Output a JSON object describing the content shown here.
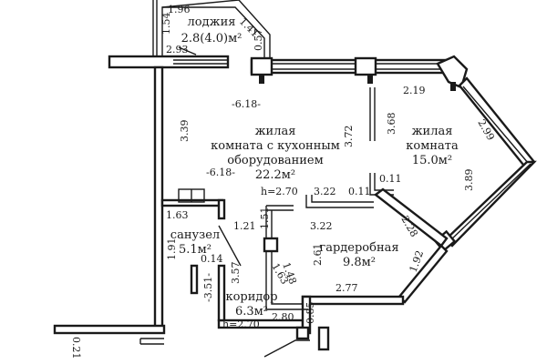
{
  "rooms": {
    "loggia": {
      "name": "лоджия",
      "area": "2.8(4.0)м²"
    },
    "living": {
      "line1": "жилая",
      "line2": "комната с кухонным",
      "line3": "оборудованием",
      "area": "22.2м²"
    },
    "bedroom": {
      "line1": "жилая",
      "line2": "комната",
      "area": "15.0м²"
    },
    "bathroom": {
      "name": "санузел",
      "area": "5.1м²"
    },
    "corridor": {
      "name": "коридор",
      "area": "6.3м²",
      "height": "h=2.70"
    },
    "wardrobe": {
      "name": "гардеробная",
      "area": "9.8м²"
    }
  },
  "dimensions": {
    "d_196": "1.96",
    "d_154": "1.54",
    "d_141": "1.41",
    "d_057": "0.57",
    "d_293": "2.93",
    "d_618_top": "-6.18-",
    "d_618_mid": "-6.18-",
    "d_339": "3.39",
    "d_372": "3.72",
    "d_368": "3.68",
    "d_219": "2.19",
    "d_299": "2.99",
    "d_389": "3.89",
    "d_011_a": "0.11",
    "d_011_b": "0.11",
    "d_322_a": "3.22",
    "d_322_b": "3.22",
    "h_270": "h=2.70",
    "d_163_a": "1.63",
    "d_121": "1.21",
    "d_151": "1.51",
    "d_228": "2.28",
    "d_191": "1.91",
    "d_014": "0.14",
    "d_357": "3.57",
    "d_261": "2.61",
    "d_148": "1.48",
    "d_351": "-3.51-",
    "d_163_b": "1.63",
    "d_192": "1.92",
    "d_277": "2.77",
    "d_085": "0.85",
    "d_280": "2.80",
    "d_021": "0.21"
  }
}
